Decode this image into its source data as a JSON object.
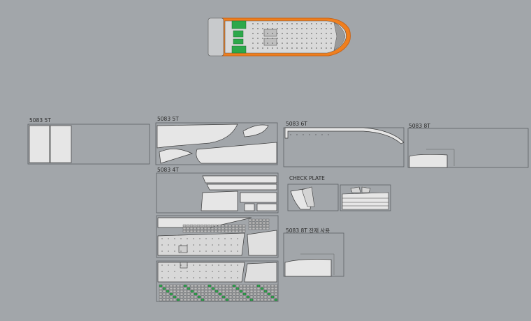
{
  "viewport": {
    "background": "#a2a6aa"
  },
  "colors": {
    "hull_outline": "#f07f1e",
    "deck": "#d8d8d8",
    "part_fill": "#e4e4e4",
    "part_stroke": "#3c3c3c",
    "green_part": "#2ca84a",
    "sheet_border": "#5c6064"
  },
  "labels": {
    "sheet_1": "5083 5T",
    "sheet_2": "5083 5T",
    "sheet_3": "5083 6T",
    "sheet_4": "5083 8T",
    "sheet_5": "5083 4T",
    "check_plate": "CHECK PLATE",
    "sheet_8t_remnant": "5083 8T 잔재 사용"
  }
}
